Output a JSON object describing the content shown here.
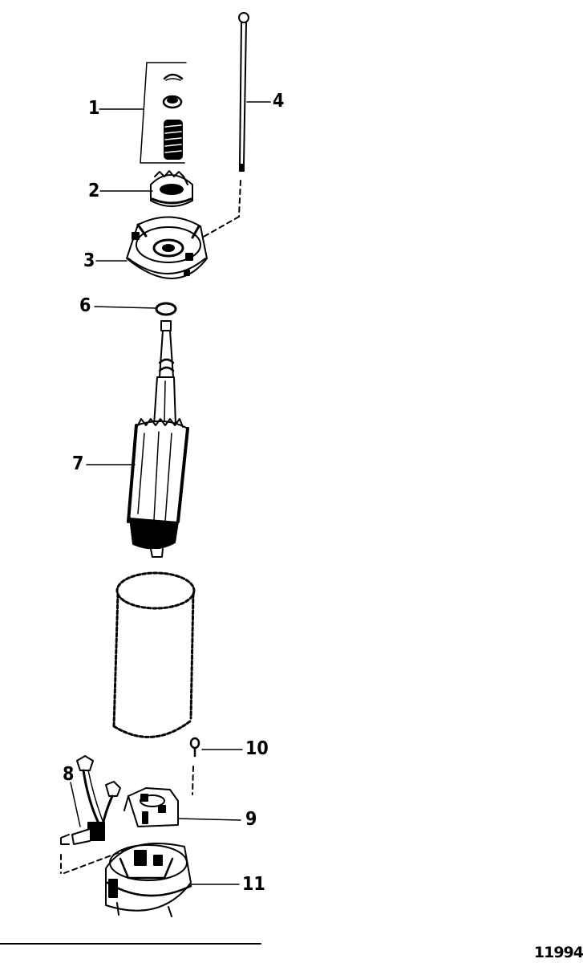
{
  "callouts": {
    "c1": "1",
    "c2": "2",
    "c3": "3",
    "c4": "4",
    "c6": "6",
    "c7": "7",
    "c8": "8",
    "c9": "9",
    "c10": "10",
    "c11": "11"
  },
  "figure_id": "11994"
}
